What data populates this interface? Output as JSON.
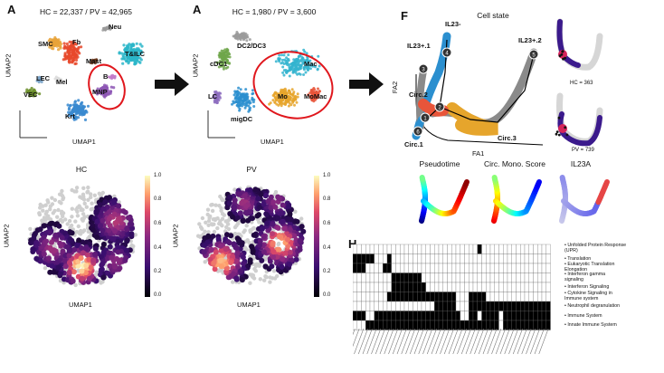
{
  "panel_a1": {
    "letter": "A",
    "title": "HC = 22,337 / PV = 42,965",
    "xlabel": "UMAP1",
    "ylabel": "UMAP2",
    "clusters": [
      "SMC",
      "Fb",
      "Neu",
      "Mast",
      "T&ILC",
      "LEC",
      "Mel",
      "B",
      "MNP",
      "VEC",
      "Krt"
    ],
    "colors": {
      "smc": "#e8a33a",
      "fb": "#e8492c",
      "neu": "#9a9a9a",
      "mast": "#6c3a1e",
      "tilc": "#2bb6c9",
      "lec": "#7aa3c8",
      "mel": "#d9d9d9",
      "b": "#c27cc9",
      "mnp": "#8e57b5",
      "vec": "#6c8f2c",
      "krt": "#3a8ad0",
      "highlight": "#e0171d"
    }
  },
  "panel_a2": {
    "letter": "A",
    "title": "HC = 1,980 / PV = 3,600",
    "xlabel": "UMAP1",
    "ylabel": "UMAP2",
    "clusters": [
      "DC2/DC3",
      "cDC1",
      "Mac",
      "LC",
      "Mo",
      "MoMac",
      "migDC"
    ]
  },
  "panel_f": {
    "letter": "F",
    "title": "Cell state",
    "xlabel": "FA1",
    "ylabel": "FA2",
    "states": [
      "IL23+.1",
      "IL23-",
      "IL23+.2",
      "Circ.2",
      "Circ.1",
      "Circ.3"
    ],
    "nodes": [
      "1",
      "2",
      "3",
      "4",
      "5",
      "6"
    ],
    "hc": "HC = 363",
    "pv": "PV = 739",
    "sub_titles": [
      "Pseudotime",
      "Circ. Mono. Score",
      "IL23A"
    ]
  },
  "density": {
    "hc_title": "HC",
    "pv_title": "PV",
    "xlabel": "UMAP1",
    "ylabel": "UMAP2",
    "ticks": [
      "1.0",
      "0.8",
      "0.6",
      "0.4",
      "0.2",
      "0.0"
    ]
  },
  "panel_h": {
    "letter": "H",
    "pathways": [
      "Unfolded Protein Response (UPR)",
      "Translation",
      "Eukaryotic Translation Elongation",
      "Interferon gamma signaling",
      "Interferon Signaling",
      "Cytokine Signaling in Immune system",
      "Neutrophil degranulation",
      "Immune System",
      "Innate Immune System"
    ],
    "pathway_lines": [
      [
        "Unfolded Protein Response",
        "(UPR)"
      ],
      [
        "Translation"
      ],
      [
        "Eukaryotic Translation",
        "Elongation"
      ],
      [
        "Interferon gamma",
        "signaling"
      ],
      [
        "Interferon Signaling"
      ],
      [
        "Cytokine Signaling in",
        "Immune system"
      ],
      [
        "Neutrophil degranulation"
      ],
      [
        "Immune System"
      ],
      [
        "Innate Immune System"
      ]
    ]
  }
}
